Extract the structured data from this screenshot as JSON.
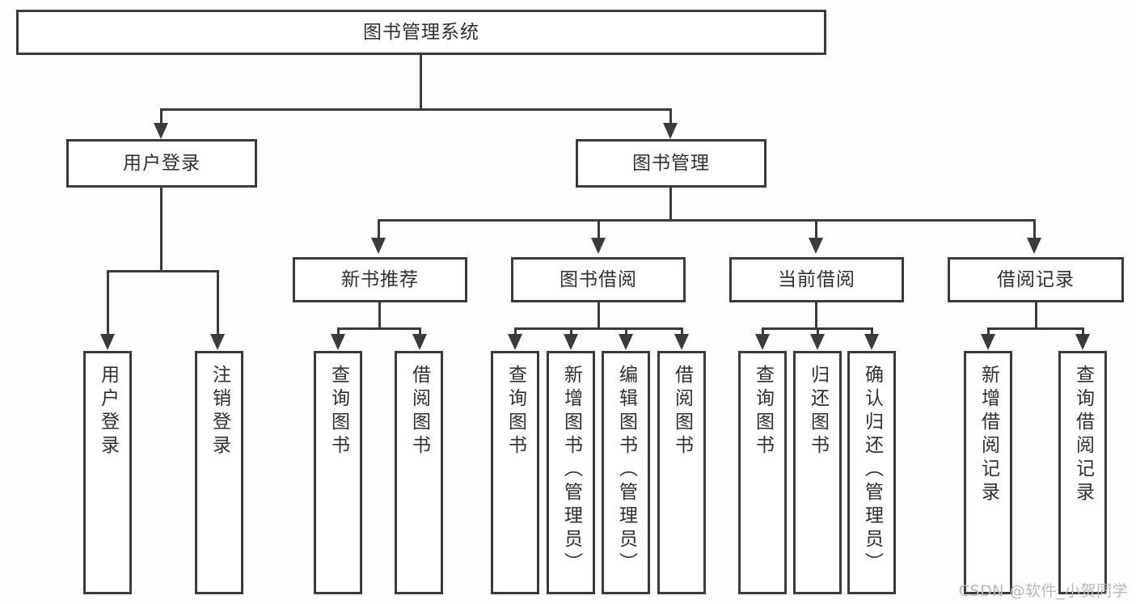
{
  "diagram": {
    "type": "tree-hierarchy",
    "title": "图书管理系统",
    "root": {
      "label": "图书管理系统"
    },
    "level2": [
      {
        "label": "用户登录"
      },
      {
        "label": "图书管理"
      }
    ],
    "level3": [
      {
        "label": "新书推荐"
      },
      {
        "label": "图书借阅"
      },
      {
        "label": "当前借阅"
      },
      {
        "label": "借阅记录"
      }
    ],
    "leaves": {
      "user_login": [
        {
          "label": "用户登录"
        },
        {
          "label": "注销登录"
        }
      ],
      "new_book_recommend": [
        {
          "label": "查询图书"
        },
        {
          "label": "借阅图书"
        }
      ],
      "book_borrow": [
        {
          "label": "查询图书"
        },
        {
          "label": "新增图书（管理员）"
        },
        {
          "label": "编辑图书（管理员）"
        },
        {
          "label": "借阅图书"
        }
      ],
      "current_borrow": [
        {
          "label": "查询图书"
        },
        {
          "label": "归还图书"
        },
        {
          "label": "确认归还（管理员）"
        }
      ],
      "borrow_record": [
        {
          "label": "新增借阅记录"
        },
        {
          "label": "查询借阅记录"
        }
      ]
    }
  },
  "watermark": {
    "text": "CSDN @软件_小贺同学"
  },
  "colors": {
    "border": "#3b3b3b",
    "box_fill": "#ffffff",
    "text": "#2f2f2f",
    "watermark": "#b8b8b8",
    "background": "#fdfdfd"
  }
}
